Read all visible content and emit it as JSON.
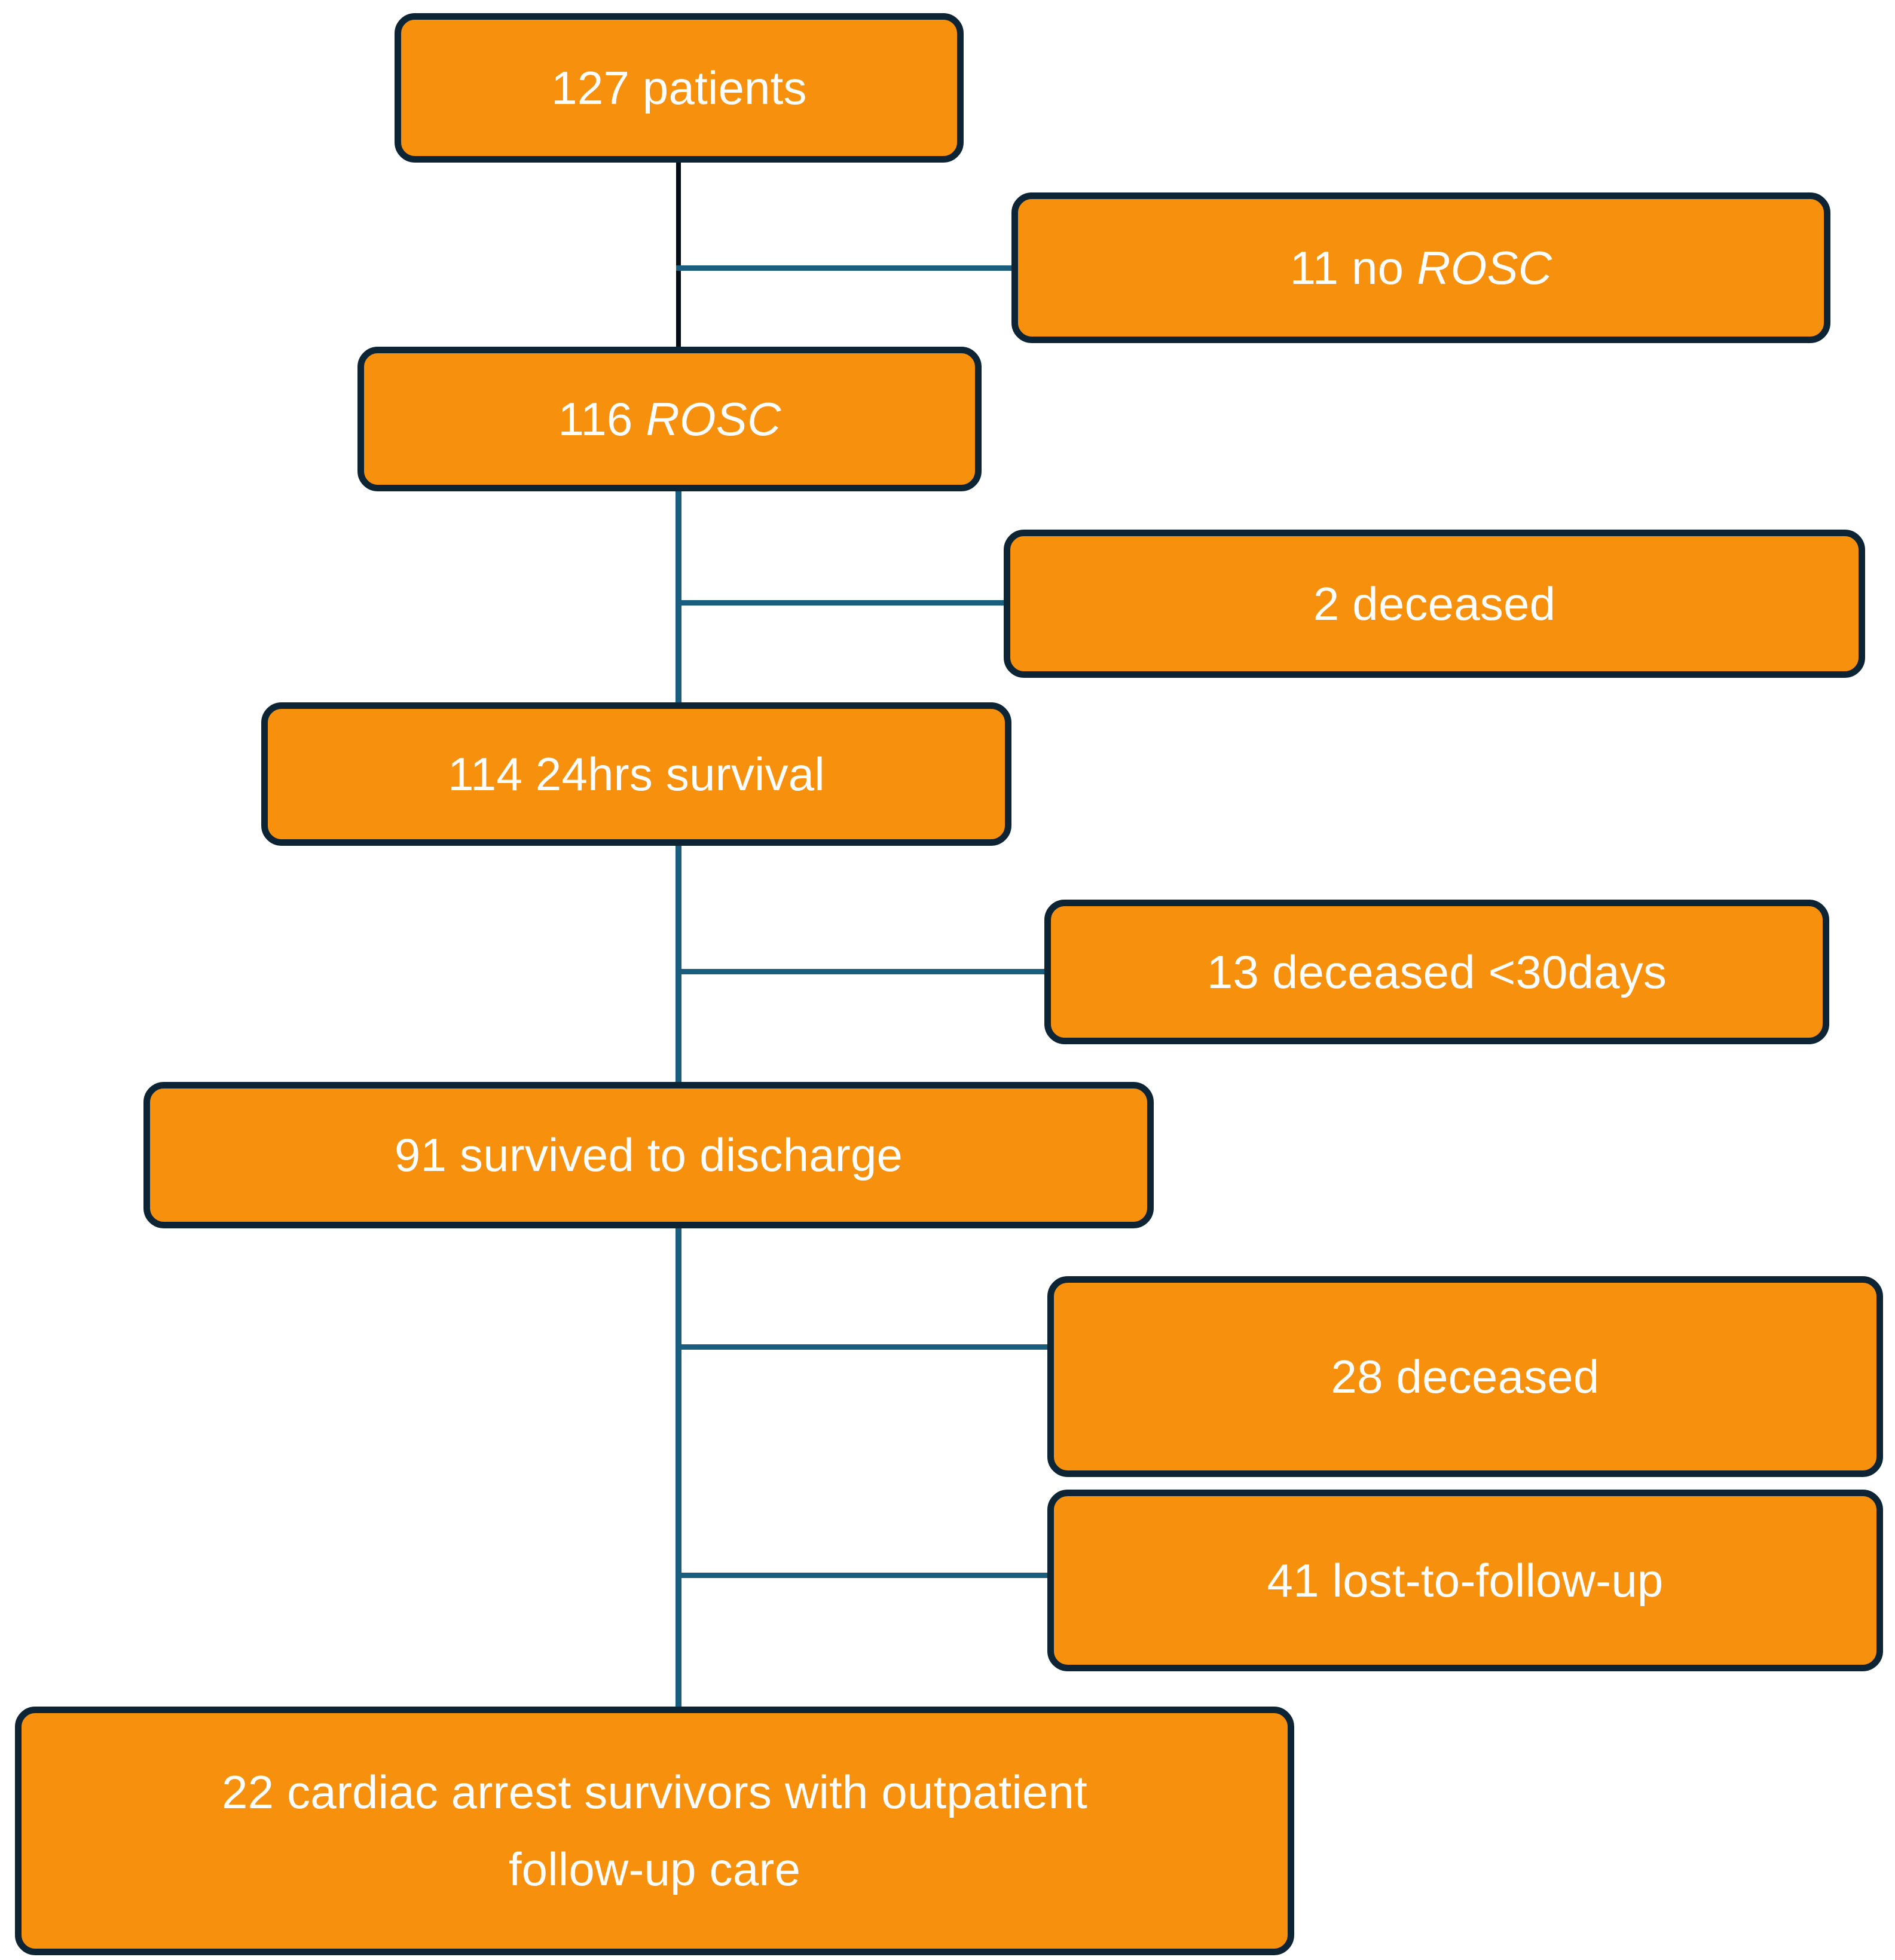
{
  "diagram": {
    "title": "Cardiac arrest patient flow diagram",
    "type": "flowchart",
    "colors": {
      "node_fill": "#F7900D",
      "node_border": "#0C2433",
      "node_text": "#FFFFFF",
      "connector_primary": "#050D14",
      "connector_branch": "#1A5E7F",
      "background": "#FFFFFF"
    },
    "nodes": [
      {
        "id": "patients",
        "label": "127 patients",
        "count": 127,
        "parts": [
          {
            "text": "127 patients",
            "italic": false
          }
        ]
      },
      {
        "id": "no-rosc",
        "label": "11 no ROSC",
        "count": 11,
        "parts": [
          {
            "text": "11 no ",
            "italic": false
          },
          {
            "text": "ROSC",
            "italic": true
          }
        ]
      },
      {
        "id": "rosc",
        "label": "116 ROSC",
        "count": 116,
        "parts": [
          {
            "text": "116 ",
            "italic": false
          },
          {
            "text": "ROSC",
            "italic": true
          }
        ]
      },
      {
        "id": "deceased-early",
        "label": "2 deceased",
        "count": 2,
        "parts": [
          {
            "text": "2 deceased",
            "italic": false
          }
        ]
      },
      {
        "id": "survival-24hrs",
        "label": "114 24hrs survival",
        "count": 114,
        "parts": [
          {
            "text": "114 24hrs survival",
            "italic": false
          }
        ]
      },
      {
        "id": "deceased-30days",
        "label": "13 deceased <30days",
        "count": 13,
        "parts": [
          {
            "text": "13 deceased <30days",
            "italic": false
          }
        ]
      },
      {
        "id": "survived-discharge",
        "label": "91 survived to discharge",
        "count": 91,
        "parts": [
          {
            "text": "91 survived to discharge",
            "italic": false
          }
        ]
      },
      {
        "id": "deceased-late",
        "label": "28 deceased",
        "count": 28,
        "parts": [
          {
            "text": "28 deceased",
            "italic": false
          }
        ]
      },
      {
        "id": "lost-to-follow-up",
        "label": "41 lost-to-follow-up",
        "count": 41,
        "parts": [
          {
            "text": "41 lost-to-follow-up",
            "italic": false
          }
        ]
      },
      {
        "id": "final-cohort",
        "label": "22 cardiac arrest survivors with outpatient follow-up care",
        "count": 22,
        "line1": "22 cardiac arrest survivors with outpatient",
        "line2": "follow-up care",
        "parts": [
          {
            "text": "22 cardiac arrest survivors with outpatient follow-up care",
            "italic": false
          }
        ]
      }
    ],
    "edges": [
      {
        "from": "patients",
        "to": "no-rosc",
        "kind": "exclusion"
      },
      {
        "from": "patients",
        "to": "rosc",
        "kind": "flow"
      },
      {
        "from": "rosc",
        "to": "deceased-early",
        "kind": "exclusion"
      },
      {
        "from": "rosc",
        "to": "survival-24hrs",
        "kind": "flow"
      },
      {
        "from": "survival-24hrs",
        "to": "deceased-30days",
        "kind": "exclusion"
      },
      {
        "from": "survival-24hrs",
        "to": "survived-discharge",
        "kind": "flow"
      },
      {
        "from": "survived-discharge",
        "to": "deceased-late",
        "kind": "exclusion"
      },
      {
        "from": "survived-discharge",
        "to": "lost-to-follow-up",
        "kind": "exclusion"
      },
      {
        "from": "survived-discharge",
        "to": "final-cohort",
        "kind": "flow"
      }
    ]
  }
}
